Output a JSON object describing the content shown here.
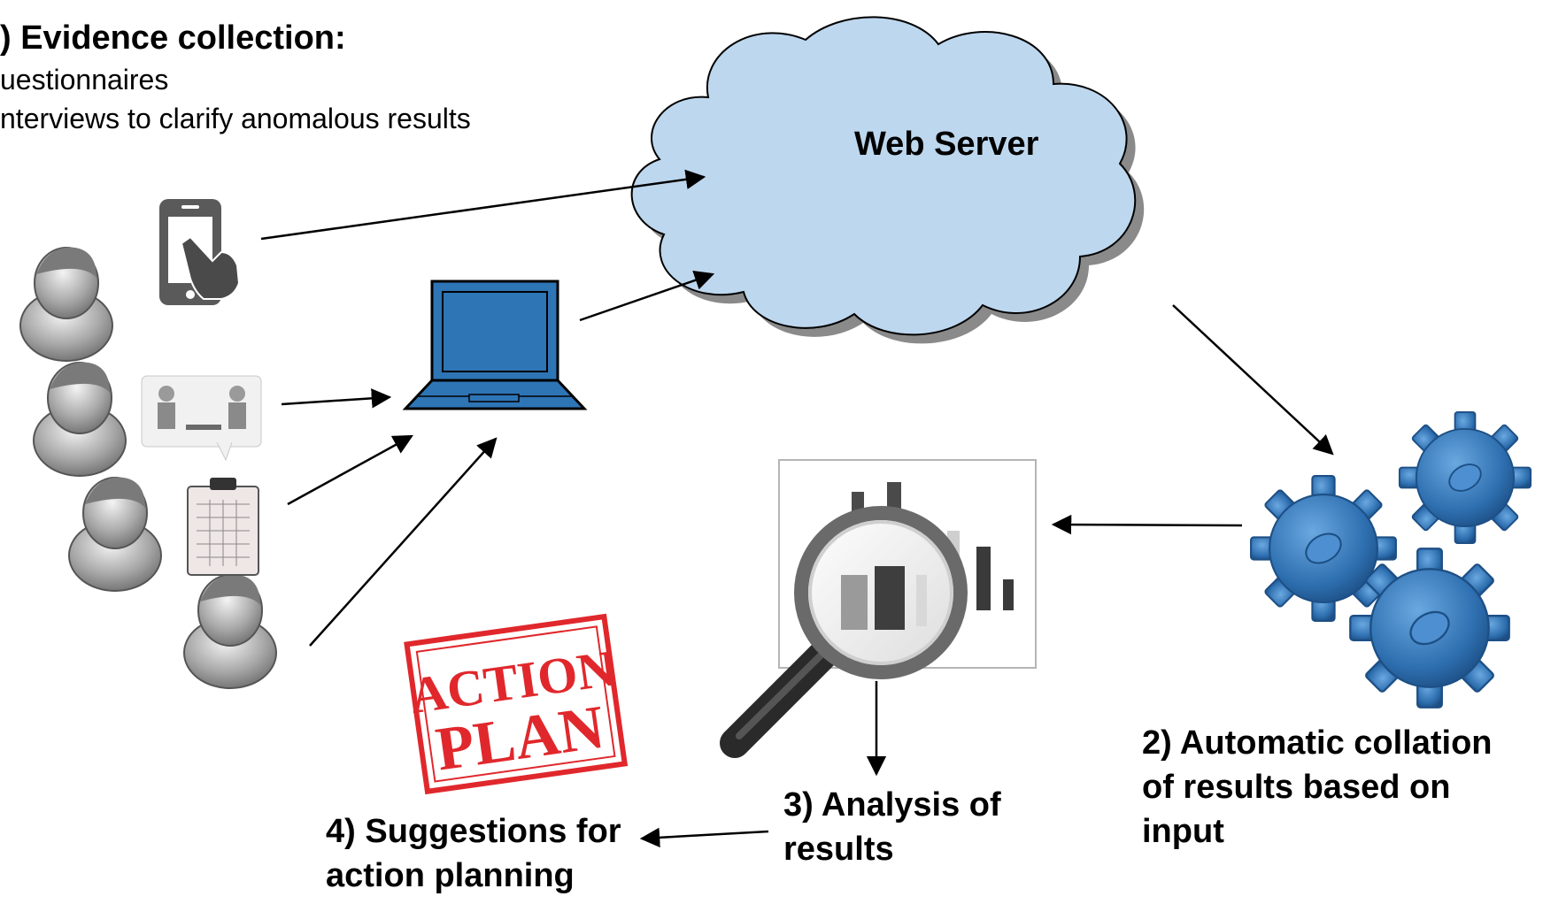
{
  "step1": {
    "title": ") Evidence collection:",
    "items": [
      "uestionnaires",
      "nterviews to clarify anomalous results"
    ]
  },
  "cloud": {
    "label": "Web Server"
  },
  "step2": {
    "lines": [
      "2) Automatic collation",
      "of results based on",
      "input"
    ]
  },
  "step3": {
    "lines": [
      "3) Analysis of",
      "results"
    ]
  },
  "step4": {
    "lines": [
      "4) Suggestions for",
      "action planning"
    ]
  },
  "stamp": {
    "line1": "ACTION",
    "line2": "PLAN"
  },
  "colors": {
    "cloud_fill": "#bdd7ee",
    "laptop_blue": "#2e75b6",
    "gear_blue": "#2e6fb0",
    "stamp_red": "#e0282c",
    "person_gray": "#9a9a9a"
  }
}
